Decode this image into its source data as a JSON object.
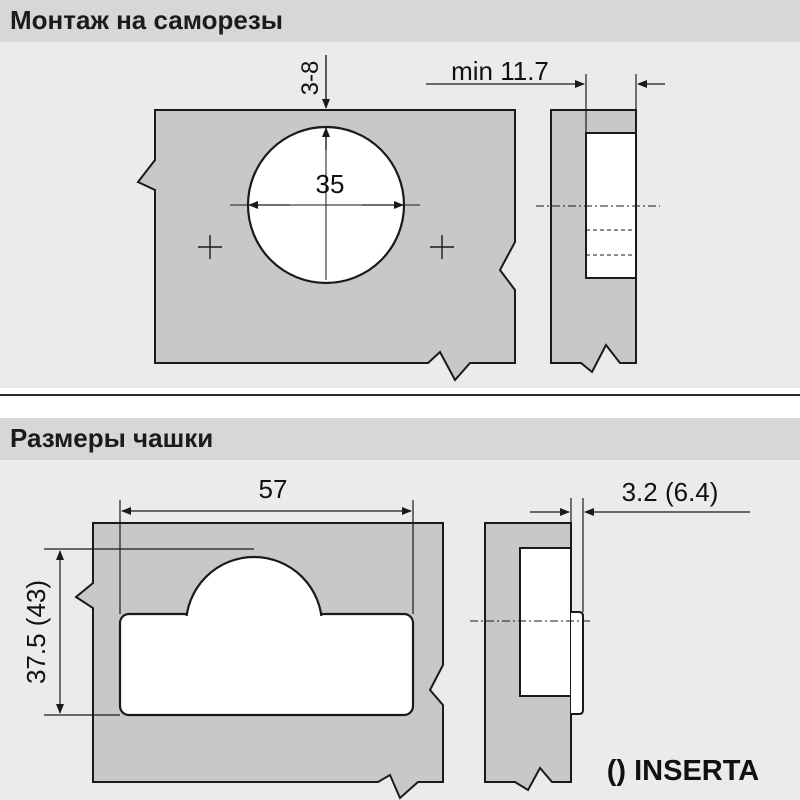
{
  "sections": {
    "mounting": {
      "title": "Монтаж на саморезы"
    },
    "cup": {
      "title": "Размеры чашки"
    }
  },
  "dimensions": {
    "depth_range": "3-8",
    "cup_diameter": "35",
    "min_thickness": "min 11.7",
    "cup_width": "57",
    "cup_depth": "3.2 (6.4)",
    "cup_height": "37.5 (43)"
  },
  "legend": {
    "inserta_note": "() INSERTA"
  },
  "colors": {
    "panel_fill": "#c8c8c8",
    "background": "#ebebeb",
    "header": "#d7d7d7",
    "line": "#1a1a1a"
  }
}
